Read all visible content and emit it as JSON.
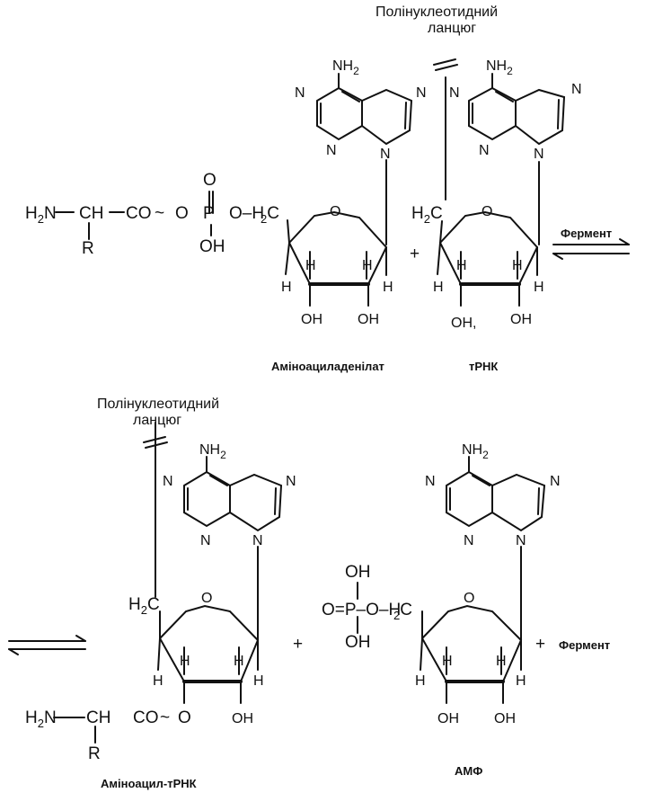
{
  "chain_label_line1": "Полінуклеотидний",
  "chain_label_line2": "ланцюг",
  "enzyme": "Фермент",
  "plus": "+",
  "tilde": "~",
  "atoms": {
    "N": "N",
    "NH2": "NH",
    "NH2_sub": "2",
    "O": "O",
    "H": "H",
    "OH": "OH",
    "P": "P",
    "C": "C",
    "R": "R",
    "H2C_H": "H",
    "H2C_sub": "2",
    "H2C_C": "C",
    "H2N_H": "H",
    "H2N_sub": "2",
    "H2N_N": "N",
    "CH": "CH",
    "CO": "CO",
    "O_H2C": "O–H",
    "dash_O": "–O–",
    "dbl_O": "O=P–O–H",
    "OH_partial": "OH,"
  },
  "captions": {
    "aminoacyl_adenylate": "Аміноациладенілат",
    "trna": "тРНК",
    "aminoacyl_trna": "Аміноацил-тРНК",
    "amp": "АМФ"
  },
  "colors": {
    "ink": "#111111",
    "paper": "#ffffff"
  }
}
